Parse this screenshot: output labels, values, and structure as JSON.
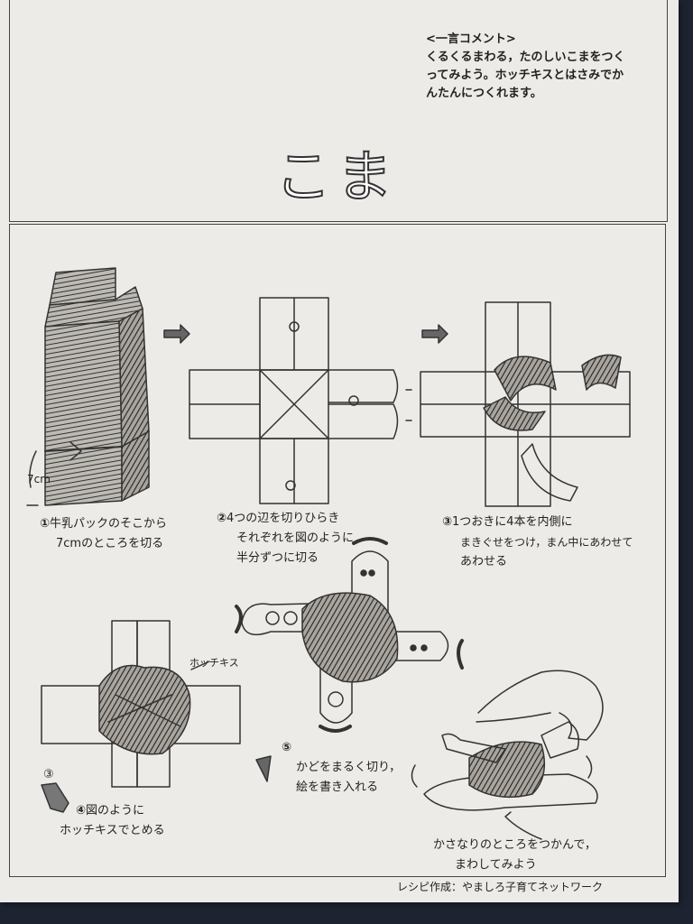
{
  "comment": {
    "heading": "<一言コメント>",
    "lines": [
      "くるくるまわる，たのしいこまをつく",
      "ってみよう。ホッチキスとはさみでか",
      "んたんにつくれます。"
    ]
  },
  "title": "こま",
  "measure_label": "7cm",
  "steps": [
    {
      "num": "①",
      "lines": [
        "牛乳パックのそこから",
        "7cmのところを切る"
      ]
    },
    {
      "num": "②",
      "lines": [
        "4つの辺を切りひらき",
        "それぞれを図のように",
        "半分ずつに切る"
      ]
    },
    {
      "num": "③",
      "lines": [
        "1つおきに4本を内側に",
        "まきぐせをつけ，まん中にあわせて",
        "あわせる"
      ]
    },
    {
      "num": "④",
      "ref": "③",
      "lines": [
        "図のように",
        "ホッチキスでとめる"
      ]
    },
    {
      "num": "⑤",
      "lines": [
        "かどをまるく切り，",
        "絵を書き入れる"
      ]
    }
  ],
  "stapler_label": "ホッチキス",
  "final_note": [
    "かさなりのところをつかんで，",
    "まわしてみよう"
  ],
  "credit": "レシピ作成：やましろ子育てネットワーク"
}
